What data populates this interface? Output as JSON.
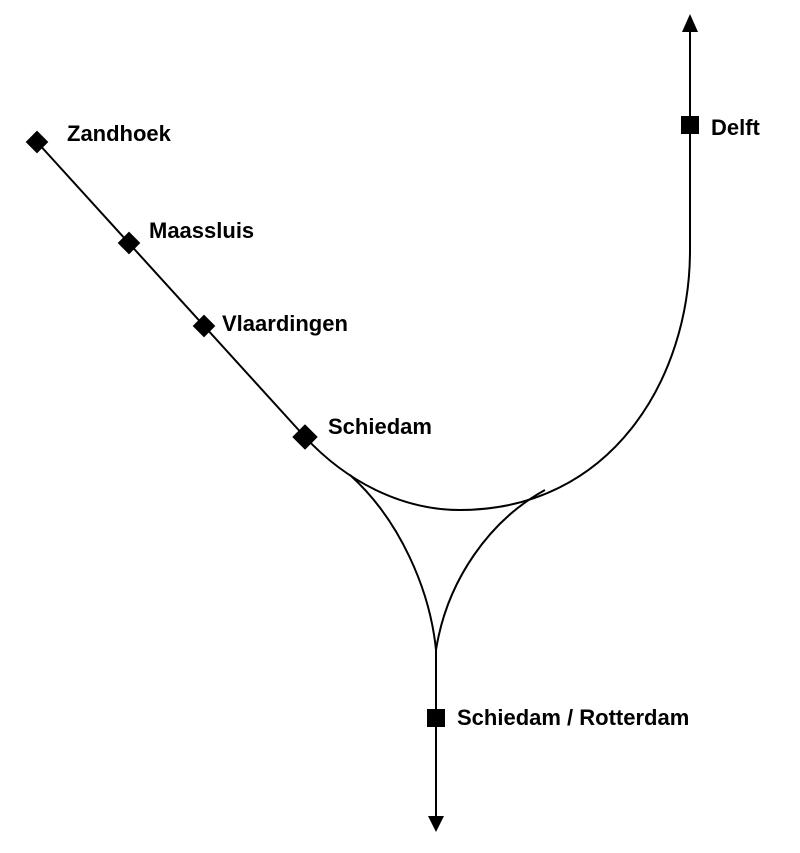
{
  "colors": {
    "line": "#000000",
    "background": "#ffffff"
  },
  "stations": [
    {
      "id": "zandhoek",
      "name": "Zandhoek",
      "marker": "diamond"
    },
    {
      "id": "maassluis",
      "name": "Maassluis",
      "marker": "diamond"
    },
    {
      "id": "vlaardingen",
      "name": "Vlaardingen",
      "marker": "diamond"
    },
    {
      "id": "schiedam",
      "name": "Schiedam",
      "marker": "diamond"
    },
    {
      "id": "delft",
      "name": "Delft",
      "marker": "square"
    },
    {
      "id": "schiedam-rotterdam",
      "name": "Schiedam / Rotterdam",
      "marker": "square"
    }
  ],
  "directions": [
    {
      "id": "toward-north",
      "icon": "arrow-up-icon"
    },
    {
      "id": "toward-south",
      "icon": "arrow-down-icon"
    }
  ]
}
